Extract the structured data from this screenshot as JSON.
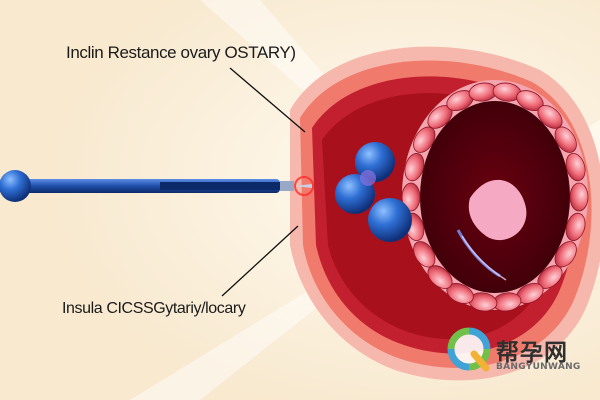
{
  "labels": {
    "top": "Inclin Restance ovary OSTARY)",
    "bottom": "Insula CICSSGytariy/locary"
  },
  "watermark": {
    "name": "帮孕网",
    "subtitle": "BANGYUNWANG",
    "icon": "q-logo-icon",
    "colors": [
      "#3fa3d8",
      "#72c04a",
      "#f2b233"
    ]
  },
  "icons": {
    "syringe": "syringe-probe-icon",
    "follicles": "blue-follicle-icon",
    "organ": "ovary-cross-section-icon"
  },
  "colors": {
    "background": "#fdf3e3",
    "tissue_outer": "#f07a6c",
    "tissue_dark": "#a8101c",
    "probe_blue": "#1f4ea8",
    "follicle_blue": "#2f6fd4",
    "lining_pink": "#f4a6b0"
  }
}
